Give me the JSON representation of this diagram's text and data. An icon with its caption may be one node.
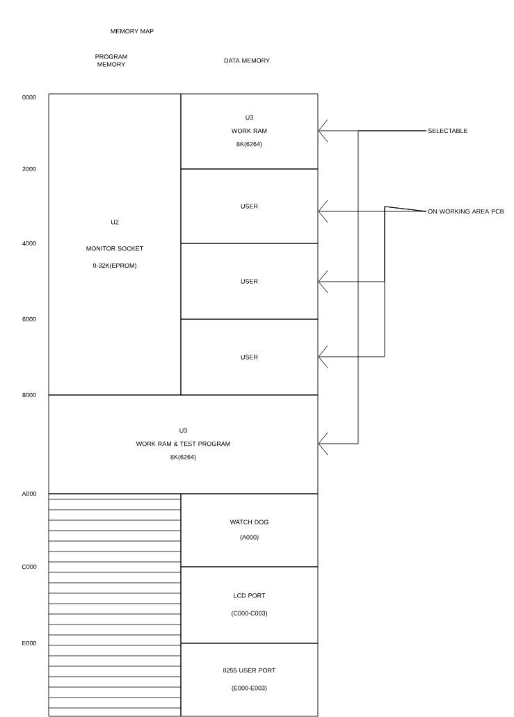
{
  "diagram": {
    "title": "MEMORY MAP",
    "nodes": [
      {
        "text": [
          "U2",
          "MONITOR SOCKET",
          "8-32K(EPROM)"
        ]
      },
      {
        "text": [
          "U3",
          "WORK RAM",
          "8K(6264)"
        ]
      },
      {
        "text": [
          "USER"
        ]
      },
      {
        "text": [
          "USER"
        ]
      },
      {
        "text": [
          "USER"
        ]
      },
      {
        "text": [
          "U3",
          "WORK RAM & TEST PROGRAM",
          "8K(6264)"
        ]
      },
      {
        "text": [],
        "shape": "box"
      },
      {
        "text": [
          "WATCH DOG",
          "(A000)"
        ]
      },
      {
        "text": [
          "LCD PORT",
          "(C000-C003)"
        ]
      },
      {
        "text": [
          "8255 USER PORT",
          "(E000-E003)"
        ]
      },
      {
        "text": [
          "SELECTABLE"
        ]
      },
      {
        "text": [
          "ON WORKING AREA PCB"
        ]
      }
    ],
    "edges": [
      {
        "from": 10,
        "to": 1,
        "arrow": "to"
      },
      {
        "from": 10,
        "to": 5,
        "arrow": "to"
      },
      {
        "from": 11,
        "to": 2,
        "arrow": "to"
      },
      {
        "from": 11,
        "to": 3,
        "arrow": "to"
      },
      {
        "from": 11,
        "to": 4,
        "arrow": "to"
      }
    ],
    "labels": [
      "PROGRAM MEMORY",
      "DATA MEMORY",
      "0000",
      "2000",
      "4000",
      "6000",
      "8000",
      "A000",
      "C000",
      "E000"
    ]
  }
}
